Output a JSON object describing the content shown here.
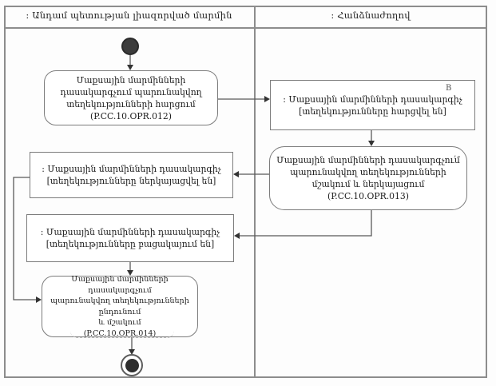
{
  "diagram": {
    "lanes": {
      "left_title": ": Անդամ պետության լիազորված մարմին",
      "right_title": ": Հանձնաժողով"
    },
    "nodes": {
      "query_info": "Մաքսային մարմինների\nդասակարգչում պարունակվող\nտեղեկությունների հարցում\n(P.CC.10.OPR.012)",
      "classifier_queried": ": Մաքսային մարմինների դասակարգիչ\n[տեղեկությունները հարցվել են]",
      "process_present": "Մաքսային մարմինների դասակարգչում\nպարունակվող տեղեկությունների\nմշակում և ներկայացում\n(P.CC.10.OPR.013)",
      "classifier_presented": ": Մաքսային մարմինների դասակարգիչ\n[տեղեկությունները ներկայացվել են]",
      "classifier_missing": ": Մաքսային մարմինների դասակարգիչ\n[տեղեկությունները բացակայում են]",
      "receive_process": "Մաքսային մարմինների դասակարգչում\nպարունակվող տեղեկությունների ընդունում\nև մշակում\n(P.CC.10.OPR.014)"
    },
    "marks": {
      "b_mark": "B",
      "comma_mark": ","
    },
    "colors": {
      "line": "#5a5a5a",
      "border": "#7c7c7c",
      "frame": "#8d8d8d"
    }
  }
}
